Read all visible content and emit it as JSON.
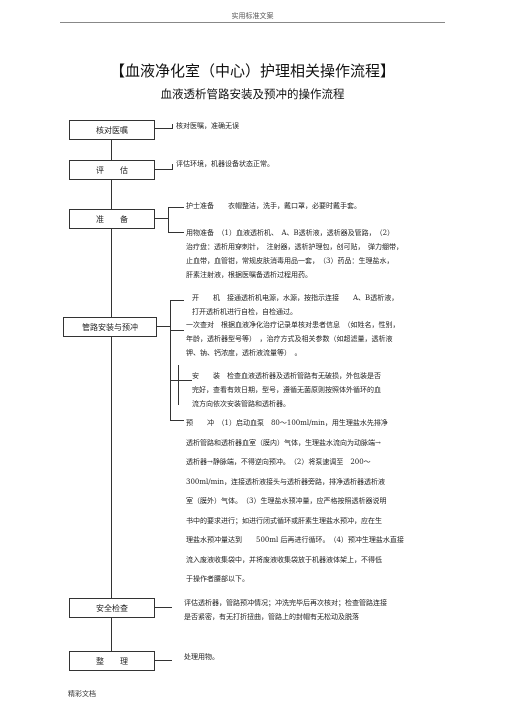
{
  "header": "实用标准文案",
  "title": "【血液净化室（中心）护理相关操作流程】",
  "subtitle": "血液透析管路安装及预冲的操作流程",
  "steps": {
    "verify": "核对医嘱",
    "assess": "评　　估",
    "prepare": "准　　备",
    "install": "管路安装与预冲",
    "safety": "安全检查",
    "cleanup": "整　　理"
  },
  "notes": {
    "verify": [
      "核对医嘱，准确无误"
    ],
    "assess": [
      "评估环境，机器设备状态正常。"
    ],
    "prep_nurse": [
      "护士准备　　衣帽整洁，洗手，戴口罩，必要时戴手套。"
    ],
    "prep_items": [
      "用物准备　（1）血液透析机、　A、B透析液，透析器及管路，　（2）",
      "治疗盘：透析用穿刺针，　注射器，透析护理包，创可贴，　弹力绷带，",
      "止血带，血管钳，常规皮肤消毒用品一套，　（3）药品：生理盐水，",
      "肝素注射液，根据医嘱备透析过程用药。"
    ],
    "power_on": [
      "开　　机　接通透析机电源，水源，按指示连接　　A、B透析液，",
      "打开透析机进行自检，自检通过。"
    ],
    "params": [
      "一次查对　根据血液净化治疗记录单核对患者信息　（如姓名，性别，",
      "年龄，透析器型号等）　，治疗方式及相关参数（如超滤量，透析液",
      "钾、钠、钙浓度，透析液流量等）　。"
    ],
    "mount": [
      "安　　装　检查血液透析器及透析管路有无破损，外包装是否",
      "完好，查看有效日期，型号，遵循无菌原则按照体外循环的血",
      "流方向依次安装管路和透析器。"
    ],
    "prime": [
      "预　　冲　（1）启动血泵　80～100ml/min，用生理盐水先排净",
      "透析管路和透析器血室（膜内）气体，生理盐水流向为动脉端→",
      "透析器→静脉端，不得逆向预冲。　（2）将泵速调至　200～",
      "300ml/min，连接透析液接头与透析器旁路，排净透析器透析液",
      "室（膜外）气体。　（3）生理盐水预冲量，应严格按照透析器说明",
      "书中的要求进行；如进行闭式循环或肝素生理盐水预冲，应在生",
      "理盐水预冲量达到　　500ml 后再进行循环。　（4）预冲生理盐水直接",
      "流入废液收集袋中，并将废液收集袋放于机器液体架上，不得低",
      "于操作者腰部以下。"
    ],
    "safety": [
      "评估透析器，管路预冲情况；冲洗完毕后再次核对；检查管路连接",
      "是否紧密，有无打折扭曲，管路上的封帽有无松动及脱落"
    ],
    "cleanup": [
      "处理用物。"
    ]
  },
  "footer": "精彩文档"
}
